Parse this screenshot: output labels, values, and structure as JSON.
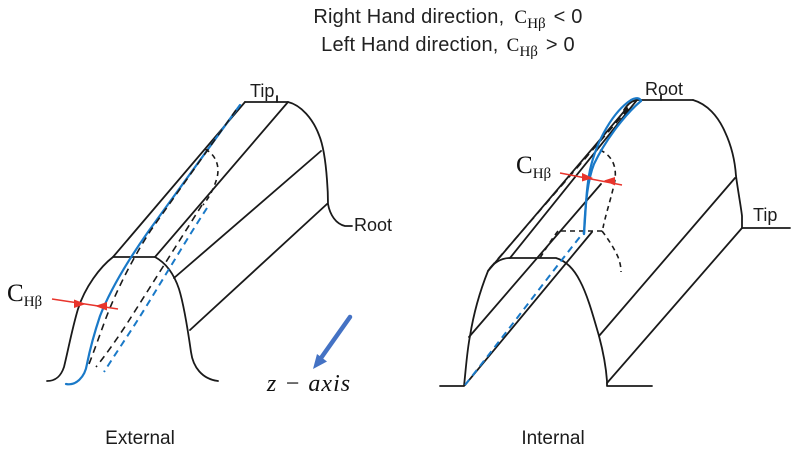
{
  "title": {
    "line1": {
      "prefix": "Right Hand direction,",
      "sym_main": "C",
      "sym_sub": "Hβ",
      "comparison": "< 0"
    },
    "line2": {
      "prefix": "Left Hand direction,",
      "sym_main": "C",
      "sym_sub": "Hβ",
      "comparison": "> 0"
    }
  },
  "diagrams": {
    "external": {
      "caption": "External",
      "tip_label": "Tip",
      "root_label": "Root",
      "measure": {
        "main": "C",
        "sub": "Hβ"
      }
    },
    "internal": {
      "caption": "Internal",
      "root_label": "Root",
      "tip_label": "Tip",
      "measure": {
        "main": "C",
        "sub": "Hβ"
      }
    }
  },
  "axis": {
    "label": "z − axis",
    "arrow_icon": "down-left-arrow"
  },
  "colors": {
    "line": "#1a1a1a",
    "blue": "#1979c8",
    "arrow_blue": "#4472c4",
    "red": "#e8342c"
  }
}
